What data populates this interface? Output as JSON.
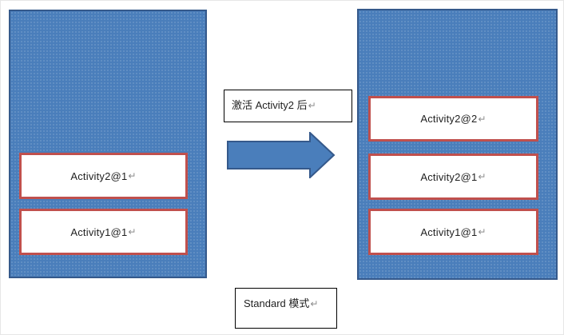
{
  "diagram": {
    "title_hint": "Android standard launch mode task stack diagram",
    "transition_label": "激活 Activity2 后",
    "mode_label": "Standard 模式",
    "return_mark": "↵",
    "left_stack": {
      "items": [
        "Activity2@1",
        "Activity1@1"
      ]
    },
    "right_stack": {
      "items": [
        "Activity2@2",
        "Activity2@1",
        "Activity1@1"
      ]
    },
    "arrow_icon": "right-block-arrow"
  },
  "colors": {
    "stack_fill": "#4a7ebb",
    "stack_border": "#35598b",
    "activity_border": "#c0504d",
    "activity_fill": "#ffffff",
    "label_border": "#000000",
    "text": "#1f1f1f",
    "return_mark": "#8c8c8c"
  }
}
